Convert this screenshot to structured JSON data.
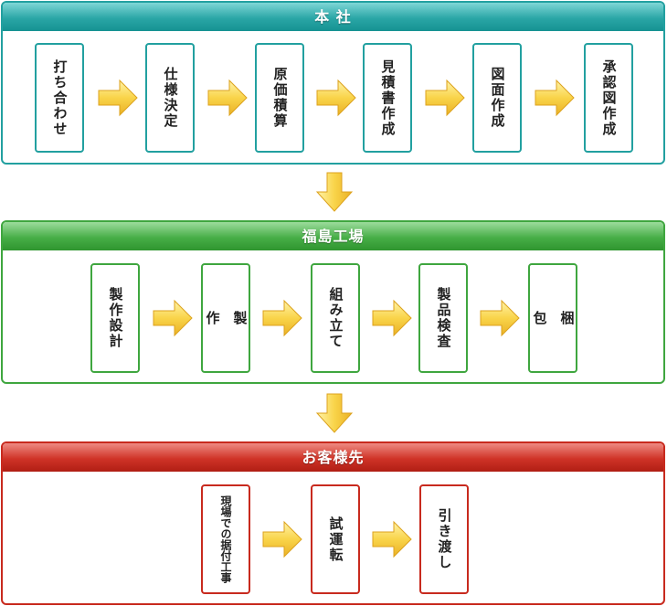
{
  "sections": [
    {
      "title": "本 社",
      "items": [
        "打ち合わせ",
        "仕様決定",
        "原価積算",
        "見積書作成",
        "図面作成",
        "承認図作成"
      ]
    },
    {
      "title": "福島工場",
      "items": [
        "製作設計",
        "製\n\n作",
        "組み立て",
        "製品検査",
        "梱\n\n包"
      ]
    },
    {
      "title": "お客様先",
      "items": [
        "現場での据付工事",
        "試運転",
        "引き渡し"
      ]
    }
  ],
  "colors": {
    "teal": "#22a0a0",
    "green": "#3fa63f",
    "red": "#c82a1e",
    "arrow": "#f6c93a"
  },
  "icons": {
    "flow_arrow": "yellow-arrow-icon"
  }
}
